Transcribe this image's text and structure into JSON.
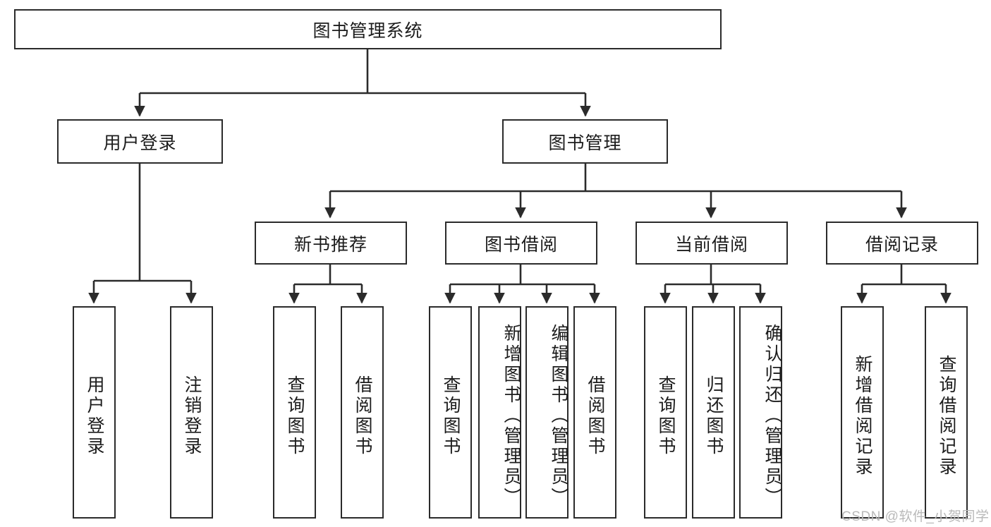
{
  "diagram": {
    "title": "图书管理系统 功能结构图",
    "type": "tree-hierarchy",
    "stroke_color": "#2b2b2b",
    "fill_color": "#ffffff",
    "text_color": "#1c1c1c",
    "root": {
      "id": "root",
      "label": "图书管理系统"
    },
    "level2": [
      {
        "id": "user-login",
        "label": "用户登录"
      },
      {
        "id": "book-manage",
        "label": "图书管理"
      }
    ],
    "level3": [
      {
        "id": "new-book-recommend",
        "label": "新书推荐"
      },
      {
        "id": "book-borrow",
        "label": "图书借阅"
      },
      {
        "id": "current-borrow",
        "label": "当前借阅"
      },
      {
        "id": "borrow-record",
        "label": "借阅记录"
      }
    ],
    "leaves": {
      "user_login": [
        {
          "id": "leaf-user-login",
          "label": "用户登录"
        },
        {
          "id": "leaf-user-logout",
          "label": "注销登录"
        }
      ],
      "new_book_recommend": [
        {
          "id": "leaf-query-book-1",
          "label": "查询图书"
        },
        {
          "id": "leaf-borrow-book-1",
          "label": "借阅图书"
        }
      ],
      "book_borrow": [
        {
          "id": "leaf-query-book-2",
          "label": "查询图书"
        },
        {
          "id": "leaf-add-book",
          "label": "新增图书（管理员）"
        },
        {
          "id": "leaf-edit-book",
          "label": "编辑图书（管理员）"
        },
        {
          "id": "leaf-borrow-book-2",
          "label": "借阅图书"
        }
      ],
      "current_borrow": [
        {
          "id": "leaf-query-book-3",
          "label": "查询图书"
        },
        {
          "id": "leaf-return-book",
          "label": "归还图书"
        },
        {
          "id": "leaf-confirm-return",
          "label": "确认归还（管理员）"
        }
      ],
      "borrow_record": [
        {
          "id": "leaf-add-record",
          "label": "新增借阅记录"
        },
        {
          "id": "leaf-query-record",
          "label": "查询借阅记录"
        }
      ]
    }
  },
  "watermark": {
    "text": "CSDN @软件_小贺同学"
  }
}
